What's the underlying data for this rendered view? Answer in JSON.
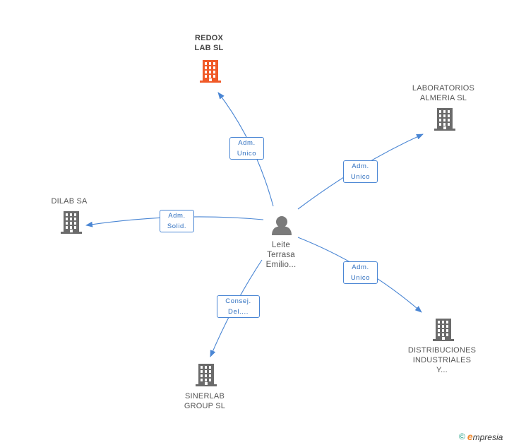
{
  "center": {
    "name": "Leite\nTerrasa\nEmilio..."
  },
  "companies": {
    "redox": {
      "name": "REDOX\nLAB SL",
      "color": "#f05a28"
    },
    "laboratorios": {
      "name": "LABORATORIOS\nALMERIA SL",
      "color": "#6b6b6b"
    },
    "dilab": {
      "name": "DILAB SA",
      "color": "#6b6b6b"
    },
    "distribuciones": {
      "name": "DISTRIBUCIONES\nINDUSTRIALES\nY...",
      "color": "#6b6b6b"
    },
    "sinerlab": {
      "name": "SINERLAB\nGROUP SL",
      "color": "#6b6b6b"
    }
  },
  "relations": {
    "redox": "Adm.\nUnico",
    "laboratorios": "Adm.\nUnico",
    "dilab": "Adm.\nSolid.",
    "distribuciones": "Adm.\nUnico",
    "sinerlab": "Consej.\nDel...."
  },
  "colors": {
    "edge": "#4a86d4",
    "person": "#7a7a7a"
  },
  "footer": {
    "copyright": "©",
    "brand_e": "e",
    "brand_rest": "mpresia"
  }
}
